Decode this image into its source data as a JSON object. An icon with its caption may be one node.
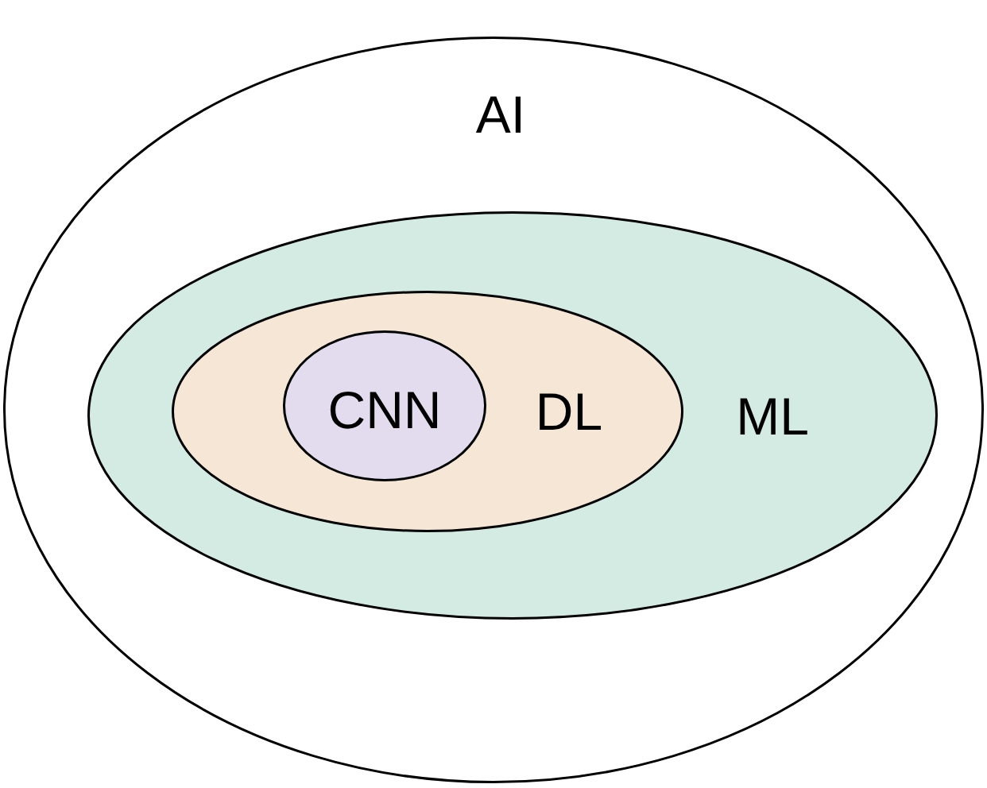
{
  "diagram": {
    "nodes": [
      {
        "text": [
          "AI"
        ]
      },
      {
        "text": [
          "ML"
        ],
        "in": 0
      },
      {
        "text": [
          "DL"
        ],
        "in": 1
      },
      {
        "text": [
          "CNN"
        ],
        "in": 2
      }
    ]
  }
}
